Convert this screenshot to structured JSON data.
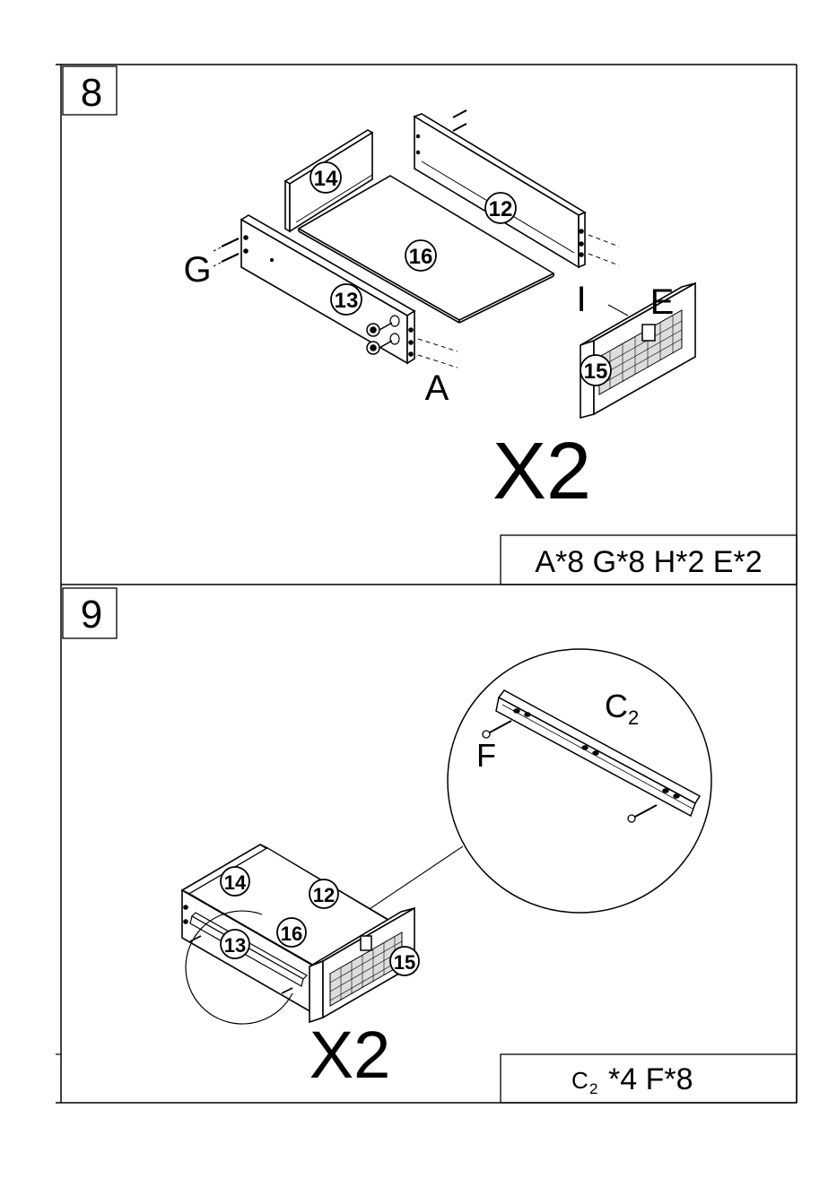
{
  "steps": [
    {
      "number": "8",
      "parts": {
        "p14": "14",
        "p12": "12",
        "p16": "16",
        "p13": "13",
        "p15": "15"
      },
      "letters": {
        "g": "G",
        "a": "A",
        "i": "I",
        "e": "E"
      },
      "multiplier": "X2",
      "hardware": "A*8 G*8 H*2 E*2"
    },
    {
      "number": "9",
      "parts": {
        "p14": "14",
        "p12": "12",
        "p16": "16",
        "p13": "13",
        "p15": "15"
      },
      "letters": {
        "c": "C",
        "c_sub": "2",
        "f": "F"
      },
      "multiplier": "X2",
      "hardware": {
        "c": "C",
        "c_sub": "2",
        "rest": "*4 F*8"
      }
    }
  ]
}
